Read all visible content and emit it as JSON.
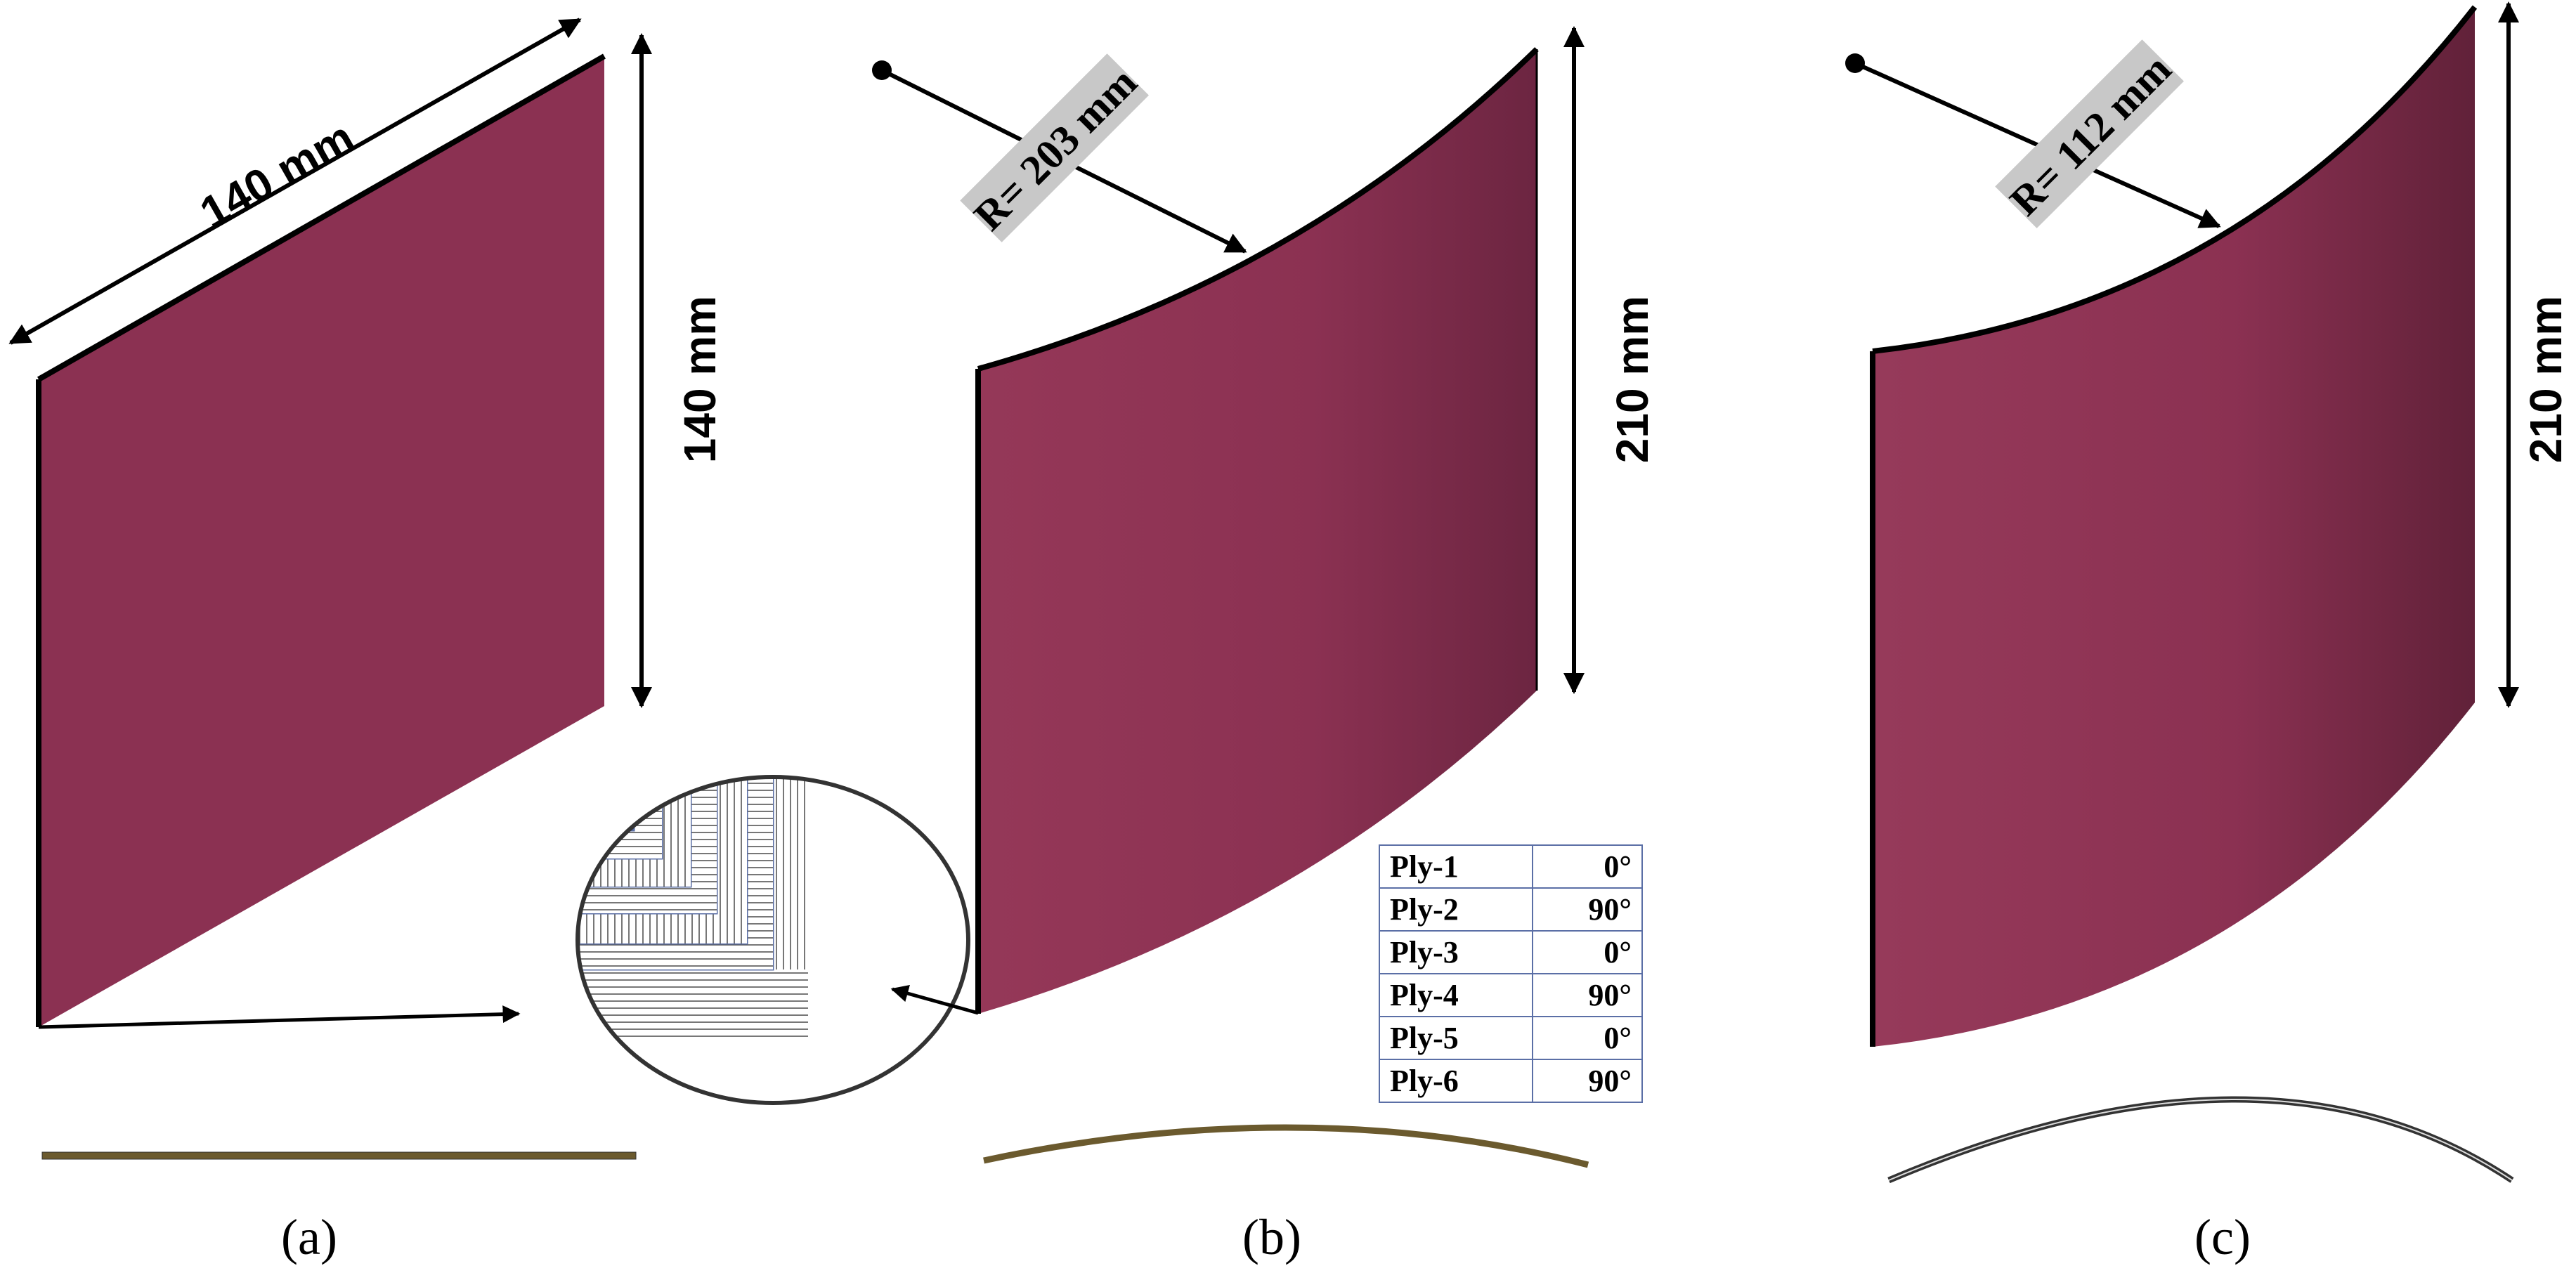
{
  "panels": [
    {
      "id": "a",
      "caption": "(a)",
      "width_label": "140 mm",
      "height_label": "140 mm"
    },
    {
      "id": "b",
      "caption": "(b)",
      "height_label": "210 mm",
      "radius_label": "R= 203 mm"
    },
    {
      "id": "c",
      "caption": "(c)",
      "height_label": "210 mm",
      "radius_label": "R= 112 mm"
    }
  ],
  "ply_stack": [
    {
      "ply": "Ply-1",
      "angle": "0°"
    },
    {
      "ply": "Ply-2",
      "angle": "90°"
    },
    {
      "ply": "Ply-3",
      "angle": "0°"
    },
    {
      "ply": "Ply-4",
      "angle": "90°"
    },
    {
      "ply": "Ply-5",
      "angle": "0°"
    },
    {
      "ply": "Ply-6",
      "angle": "90°"
    }
  ],
  "colors": {
    "panel_face": "#8b3152",
    "panel_face_dark": "#6e2542",
    "panel_edge": "#000000",
    "section_fill": "#6b5a2e",
    "label_box": "#c8c8c8",
    "table_border": "#5b6fa6"
  }
}
